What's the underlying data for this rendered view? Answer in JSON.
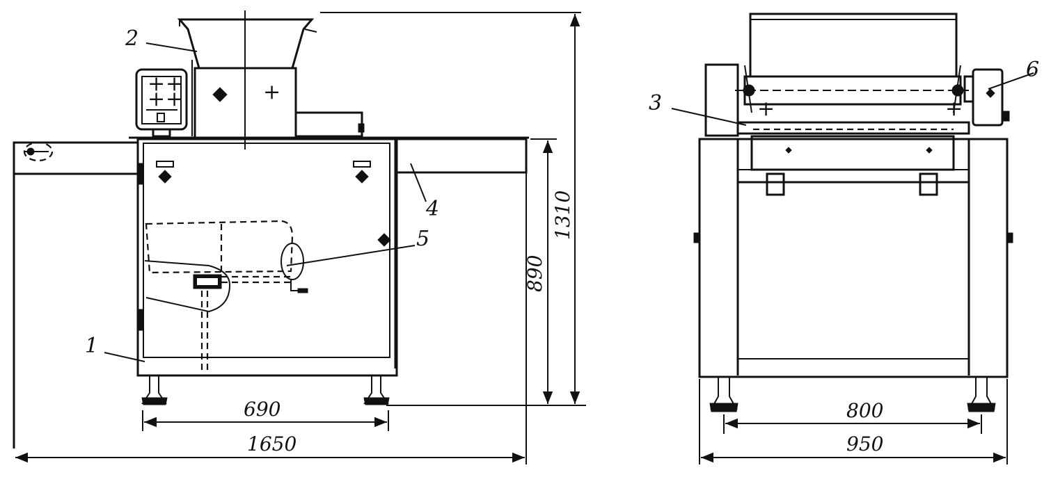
{
  "callouts": [
    {
      "id": "1",
      "text": "1"
    },
    {
      "id": "2",
      "text": "2"
    },
    {
      "id": "3",
      "text": "3"
    },
    {
      "id": "4",
      "text": "4"
    },
    {
      "id": "5",
      "text": "5"
    },
    {
      "id": "6",
      "text": "6"
    }
  ],
  "dimensions": {
    "side_overall_length": "1650",
    "side_leg_spacing": "690",
    "side_table_height": "890",
    "side_overall_height": "1310",
    "front_leg_spacing": "800",
    "front_overall_width": "950"
  }
}
